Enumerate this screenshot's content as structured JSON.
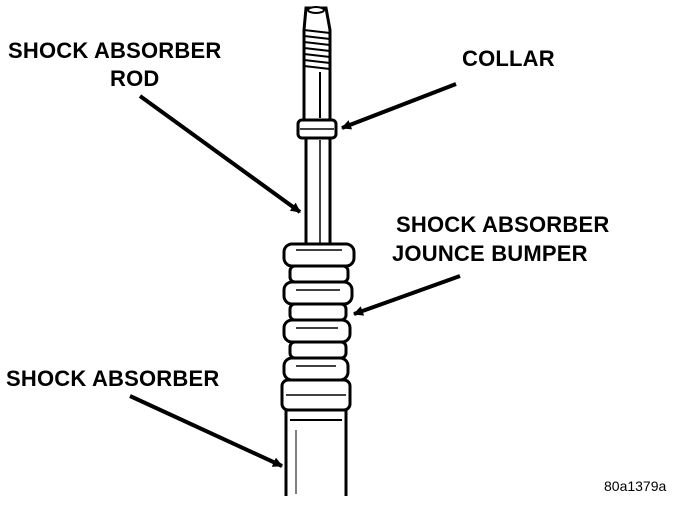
{
  "labels": {
    "rod_line1": "SHOCK ABSORBER",
    "rod_line2": "ROD",
    "collar": "COLLAR",
    "bumper_line1": "SHOCK ABSORBER",
    "bumper_line2": "JOUNCE BUMPER",
    "absorber": "SHOCK ABSORBER"
  },
  "figure_id": "80a1379a",
  "colors": {
    "ink": "#000000",
    "paper": "#ffffff"
  }
}
